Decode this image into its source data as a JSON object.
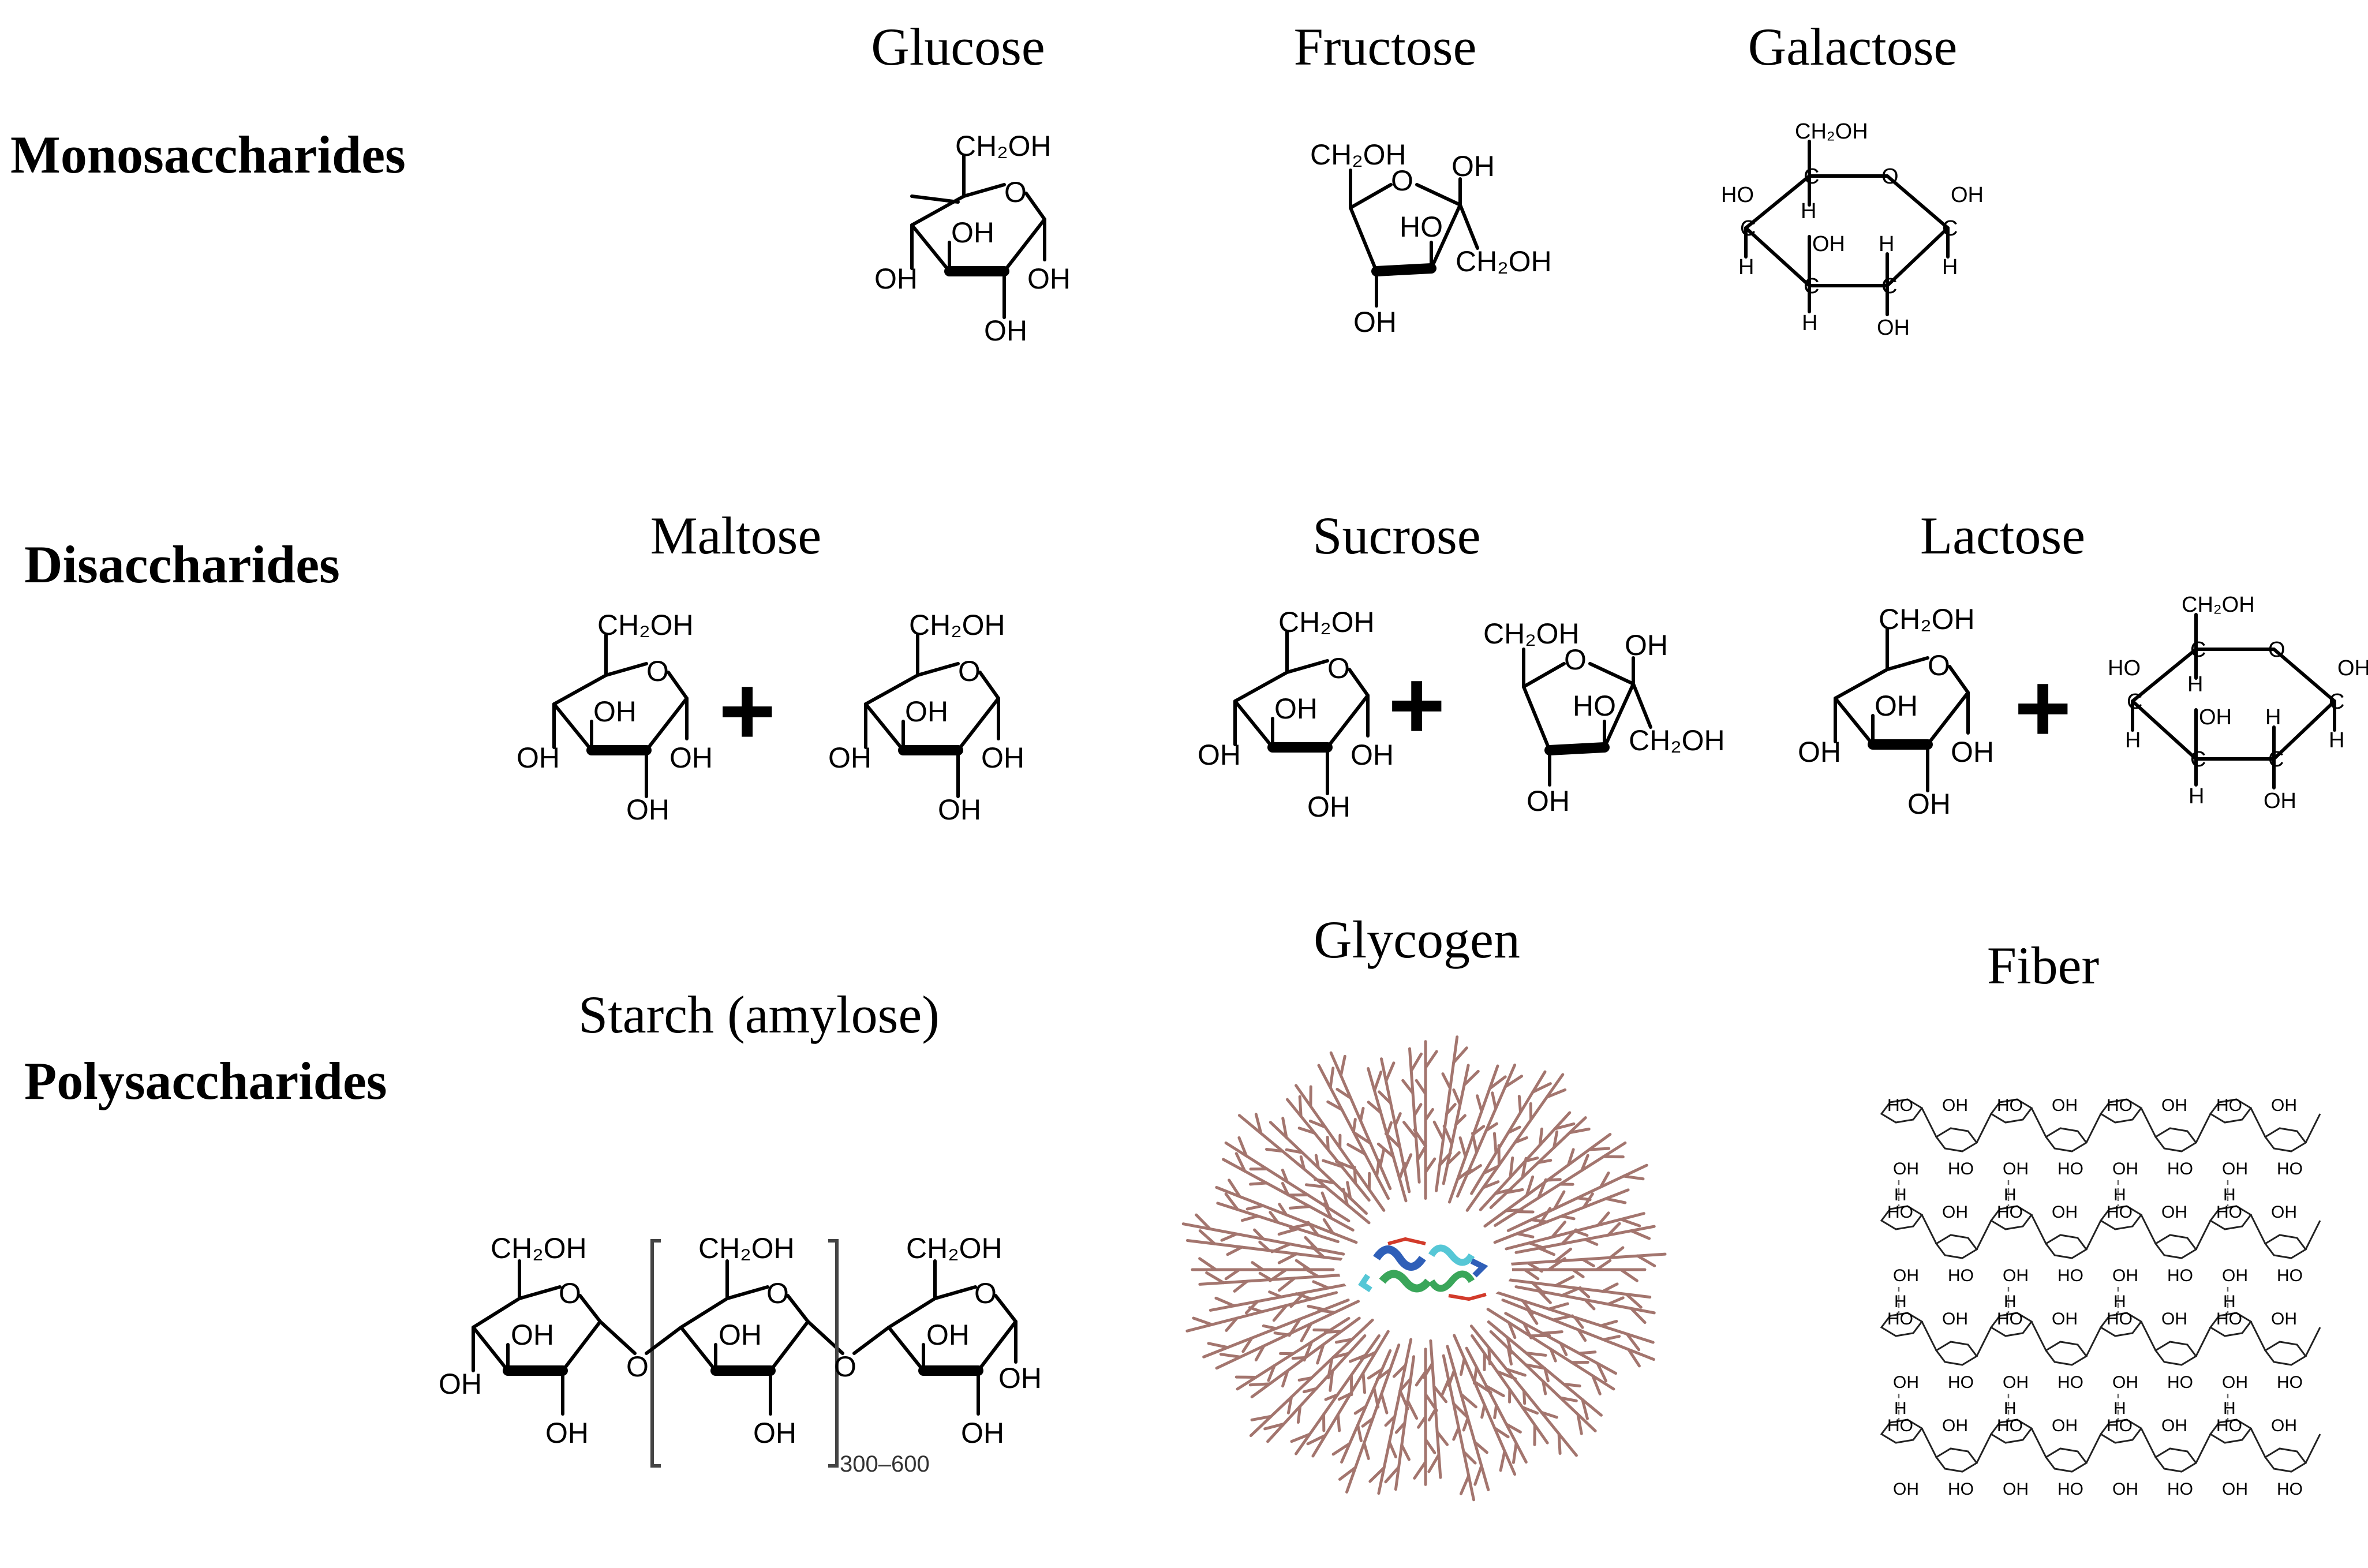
{
  "rows": {
    "monosaccharides": "Monosaccharides",
    "disaccharides": "Disaccharides",
    "polysaccharides": "Polysaccharides"
  },
  "titles": {
    "glucose": "Glucose",
    "fructose": "Fructose",
    "galactose": "Galactose",
    "maltose": "Maltose",
    "sucrose": "Sucrose",
    "lactose": "Lactose",
    "starch": "Starch (amylose)",
    "glycogen": "Glycogen",
    "fiber": "Fiber"
  },
  "labels": {
    "ch2oh": "CH₂OH",
    "oh": "OH",
    "ho": "HO",
    "o": "O",
    "h": "H",
    "c": "C",
    "plus": "+",
    "repeat": "300–600"
  },
  "colors": {
    "glycogen_branch": "#a3756e",
    "glycogenin_blue": "#2f5fb8",
    "glycogenin_green": "#3aa65a",
    "glycogenin_red": "#d23a2a",
    "glycogenin_cyan": "#56c7d6"
  }
}
